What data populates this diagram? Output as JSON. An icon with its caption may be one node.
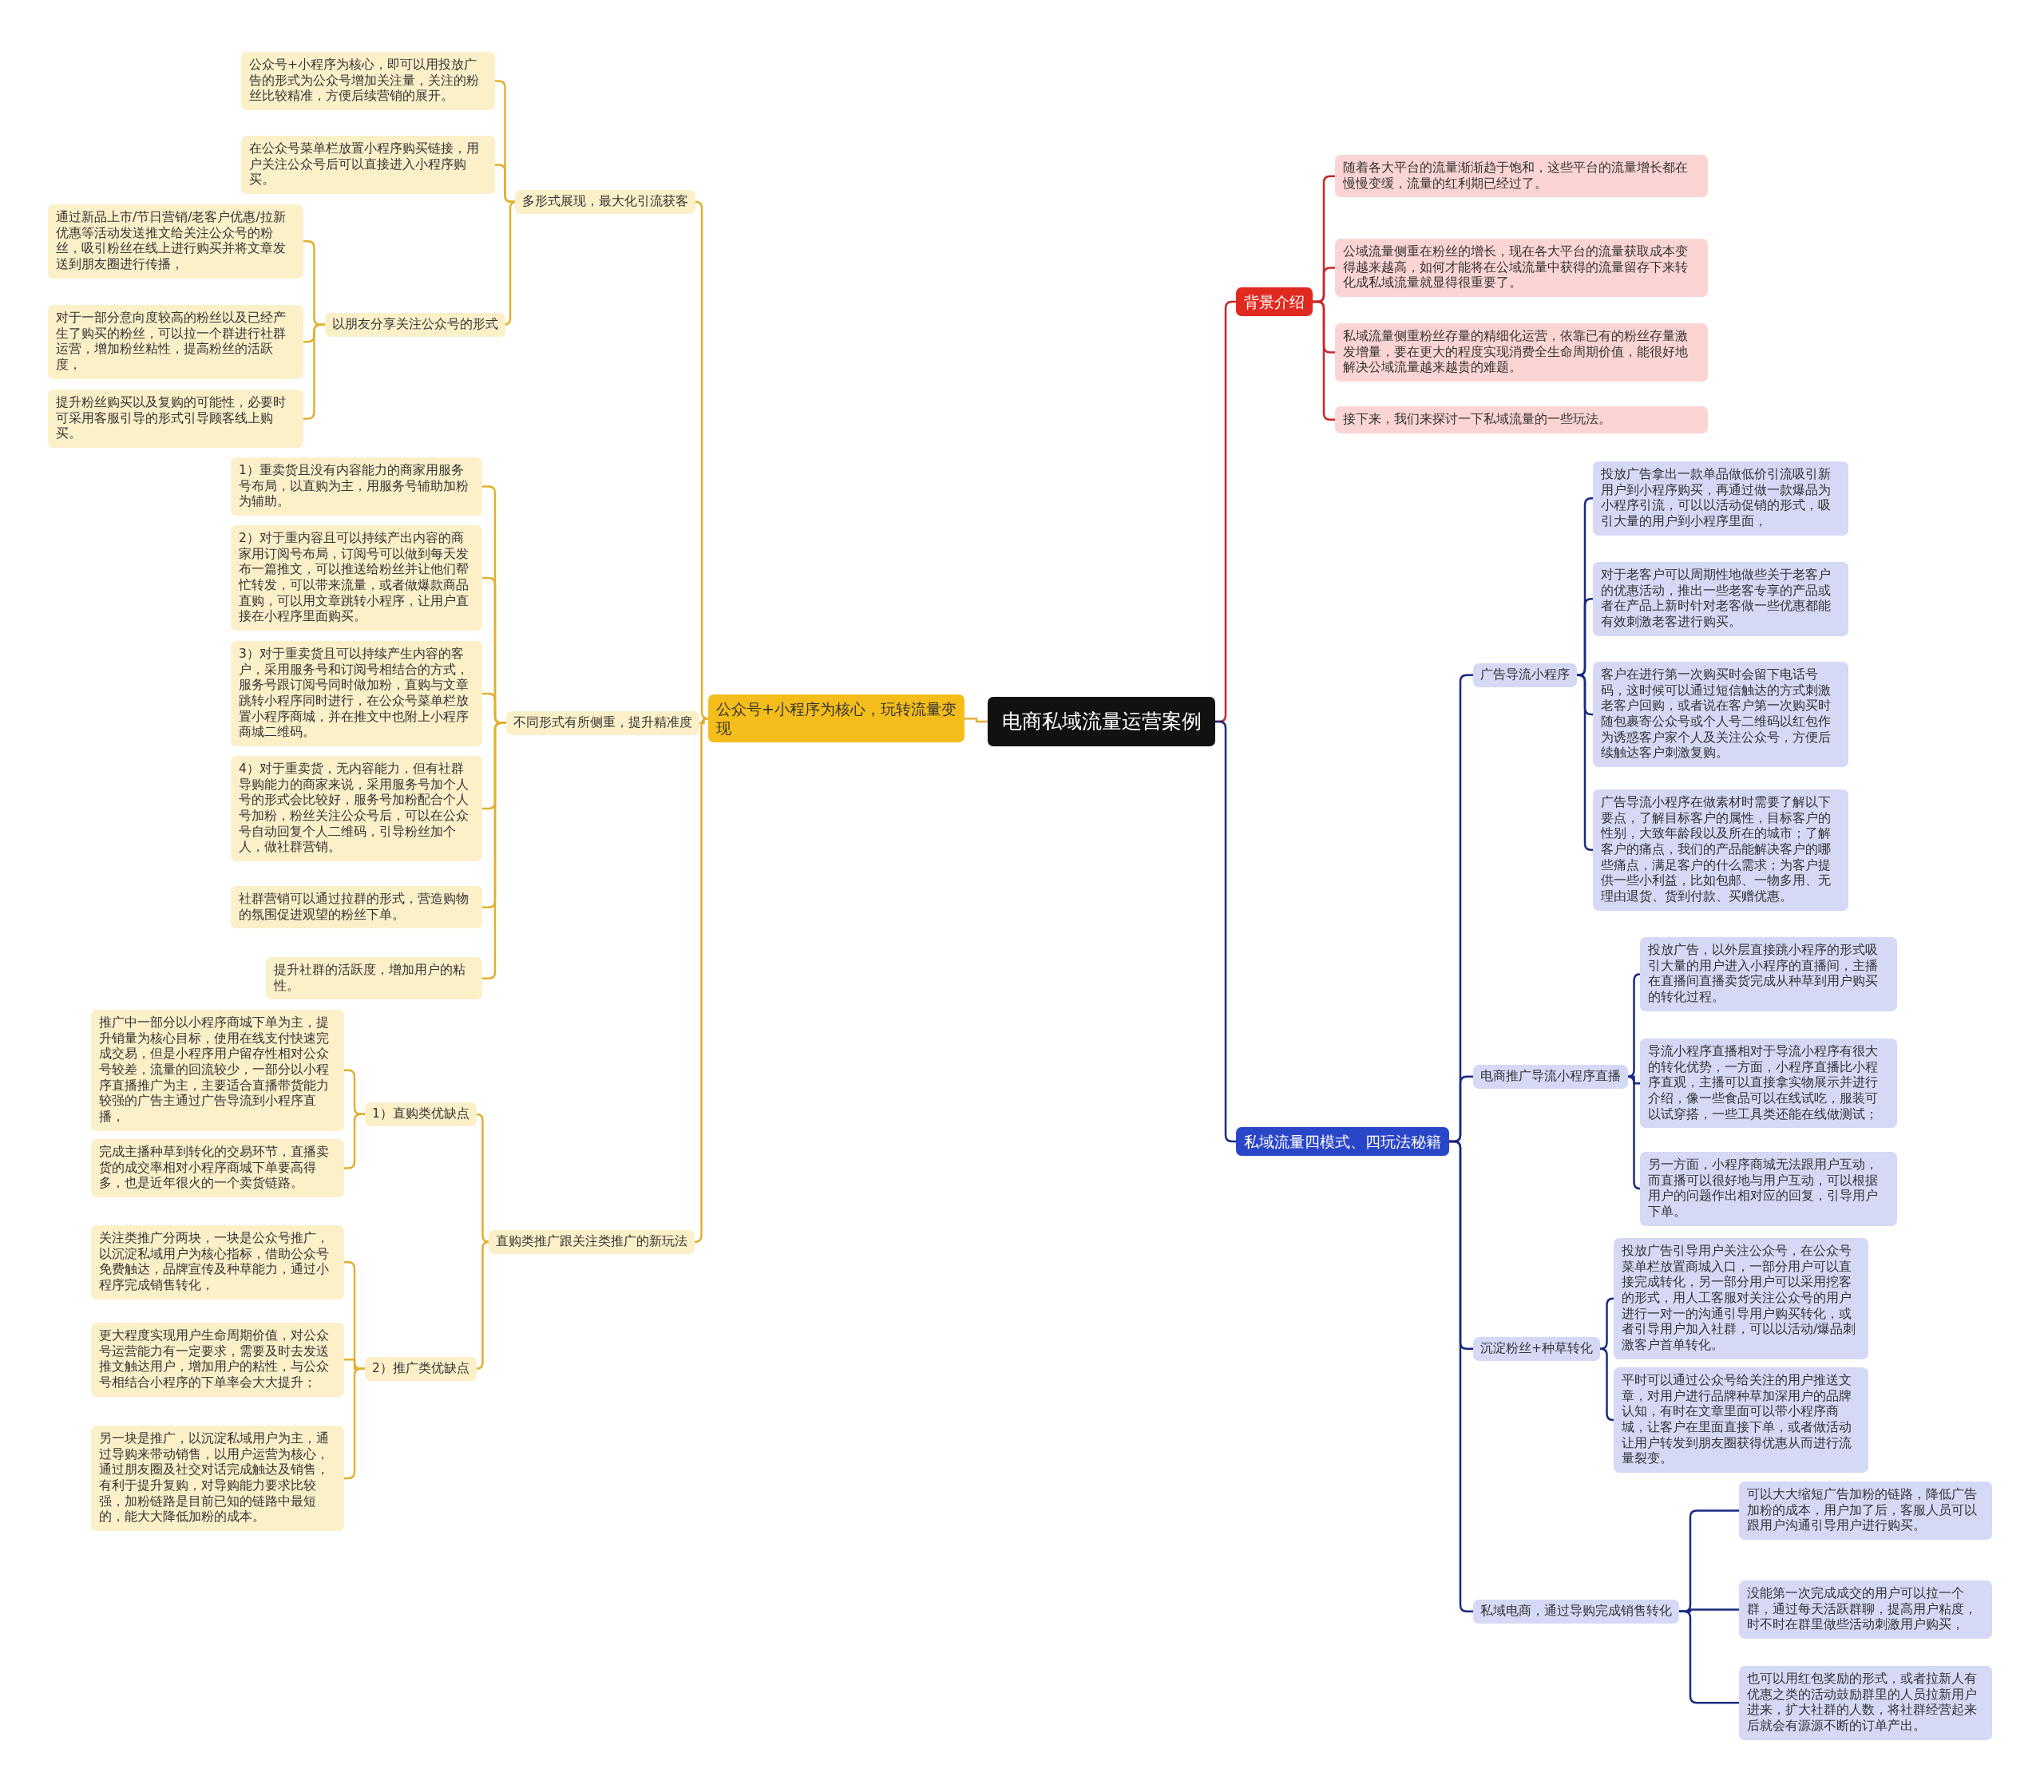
{
  "diagram": {
    "nodes": [
      {
        "text": [
          "电商私域流量运营案例"
        ]
      },
      {
        "text": [
          "公众号+小程序为核心，玩转流量变现"
        ]
      },
      {
        "text": [
          "多形式展现，最大化引流获客"
        ]
      },
      {
        "text": [
          "公众号+小程序为核心，即可以用投放广告的形式为公众号增加关注量，关注的粉丝比较精准，方便后续营销的展开。"
        ]
      },
      {
        "text": [
          "在公众号菜单栏放置小程序购买链接，用户关注公众号后可以直接进入小程序购买。"
        ]
      },
      {
        "text": [
          "以朋友分享关注公众号的形式"
        ]
      },
      {
        "text": [
          "通过新品上市/节日营销/老客户优惠/拉新优惠等活动发送推文给关注公众号的粉丝，吸引粉丝在线上进行购买并将文章发送到朋友圈进行传播，"
        ]
      },
      {
        "text": [
          "对于一部分意向度较高的粉丝以及已经产生了购买的粉丝，可以拉一个群进行社群运营，增加粉丝粘性，提高粉丝的活跃度，"
        ]
      },
      {
        "text": [
          "提升粉丝购买以及复购的可能性，必要时可采用客服引导的形式引导顾客线上购买。"
        ]
      },
      {
        "text": [
          "不同形式有所侧重，提升精准度"
        ]
      },
      {
        "text": [
          "1）重卖货且没有内容能力的商家用服务号布局，以直购为主，用服务号辅助加粉为辅助。"
        ]
      },
      {
        "text": [
          "2）对于重内容且可以持续产出内容的商家用订阅号布局，订阅号可以做到每天发布一篇推文，可以推送给粉丝并让他们帮忙转发，可以带来流量，或者做爆款商品直购，可以用文章跳转小程序，让用户直接在小程序里面购买。"
        ]
      },
      {
        "text": [
          "3）对于重卖货且可以持续产生内容的客户，采用服务号和订阅号相结合的方式，服务号跟订阅号同时做加粉，直购与文章跳转小程序同时进行，在公众号菜单栏放置小程序商城，并在推文中也附上小程序商城二维码。"
        ]
      },
      {
        "text": [
          "4）对于重卖货，无内容能力，但有社群导购能力的商家来说，采用服务号加个人号的形式会比较好，服务号加粉配合个人号加粉，粉丝关注公众号后，可以在公众号自动回复个人二维码，引导粉丝加个人，做社群营销。"
        ]
      },
      {
        "text": [
          "社群营销可以通过拉群的形式，营造购物的氛围促进观望的粉丝下单。"
        ]
      },
      {
        "text": [
          "提升社群的活跃度，增加用户的粘性。"
        ]
      },
      {
        "text": [
          "直购类推广跟关注类推广的新玩法"
        ]
      },
      {
        "text": [
          "1）直购类优缺点"
        ]
      },
      {
        "text": [
          "推广中一部分以小程序商城下单为主，提升销量为核心目标，使用在线支付快速完成交易，但是小程序用户留存性相对公众号较差，流量的回流较少，一部分以小程序直播推广为主，主要适合直播带货能力较强的广告主通过广告导流到小程序直播，"
        ]
      },
      {
        "text": [
          "完成主播种草到转化的交易环节，直播卖货的成交率相对小程序商城下单要高得多，也是近年很火的一个卖货链路。"
        ]
      },
      {
        "text": [
          "2）推广类优缺点"
        ]
      },
      {
        "text": [
          "关注类推广分两块，一块是公众号推广，以沉淀私域用户为核心指标，借助公众号免费触达，品牌宣传及种草能力，通过小程序完成销售转化，"
        ]
      },
      {
        "text": [
          "更大程度实现用户生命周期价值，对公众号运营能力有一定要求，需要及时去发送推文触达用户，增加用户的粘性，与公众号相结合小程序的下单率会大大提升；"
        ]
      },
      {
        "text": [
          "另一块是推广，以沉淀私域用户为主，通过导购来带动销售，以用户运营为核心，通过朋友圈及社交对话完成触达及销售，有利于提升复购，对导购能力要求比较强，加粉链路是目前已知的链路中最短的，能大大降低加粉的成本。"
        ]
      },
      {
        "text": [
          "背景介绍"
        ]
      },
      {
        "text": [
          "随着各大平台的流量渐渐趋于饱和，这些平台的流量增长都在慢慢变缓，流量的红利期已经过了。"
        ]
      },
      {
        "text": [
          "公域流量侧重在粉丝的增长，现在各大平台的流量获取成本变得越来越高，如何才能将在公域流量中获得的流量留存下来转化成私域流量就显得很重要了。"
        ]
      },
      {
        "text": [
          "私域流量侧重粉丝存量的精细化运营，依靠已有的粉丝存量激发增量，要在更大的程度实现消费全生命周期价值，能很好地解决公域流量越来越贵的难题。"
        ]
      },
      {
        "text": [
          "接下来，我们来探讨一下私域流量的一些玩法。"
        ]
      },
      {
        "text": [
          "私域流量四模式、四玩法秘籍"
        ]
      },
      {
        "text": [
          "广告导流小程序"
        ]
      },
      {
        "text": [
          "投放广告拿出一款单品做低价引流吸引新用户到小程序购买，再通过做一款爆品为小程序引流，可以以活动促销的形式，吸引大量的用户到小程序里面，"
        ]
      },
      {
        "text": [
          "对于老客户可以周期性地做些关于老客户的优惠活动，推出一些老客专享的产品或者在产品上新时针对老客做一些优惠都能有效刺激老客进行购买。"
        ]
      },
      {
        "text": [
          "客户在进行第一次购买时会留下电话号码，这时候可以通过短信触达的方式刺激老客户回购，或者说在客户第一次购买时随包裹寄公众号或个人号二维码以红包作为诱惑客户家个人及关注公众号，方便后续触达客户刺激复购。"
        ]
      },
      {
        "text": [
          "广告导流小程序在做素材时需要了解以下要点，了解目标客户的属性，目标客户的性别，大致年龄段以及所在的城市；了解客户的痛点，我们的产品能解决客户的哪些痛点，满足客户的什么需求；为客户提供一些小利益，比如包邮、一物多用、无理由退货、货到付款、买赠优惠。"
        ]
      },
      {
        "text": [
          "电商推广导流小程序直播"
        ]
      },
      {
        "text": [
          "投放广告，以外层直接跳小程序的形式吸引大量的用户进入小程序的直播间，主播在直播间直播卖货完成从种草到用户购买的转化过程。"
        ]
      },
      {
        "text": [
          "导流小程序直播相对于导流小程序有很大的转化优势，一方面，小程序直播比小程序直观，主播可以直接拿实物展示并进行介绍，像一些食品可以在线试吃，服装可以试穿搭，一些工具类还能在线做测试；"
        ]
      },
      {
        "text": [
          "另一方面，小程序商城无法跟用户互动，而直播可以很好地与用户互动，可以根据用户的问题作出相对应的回复，引导用户下单。"
        ]
      },
      {
        "text": [
          "沉淀粉丝+种草转化"
        ]
      },
      {
        "text": [
          "投放广告引导用户关注公众号，在公众号菜单栏放置商城入口，一部分用户可以直接完成转化，另一部分用户可以采用挖客的形式，用人工客服对关注公众号的用户进行一对一的沟通引导用户购买转化，或者引导用户加入社群，可以以活动/爆品刺激客户首单转化。"
        ]
      },
      {
        "text": [
          "平时可以通过公众号给关注的用户推送文章，对用户进行品牌种草加深用户的品牌认知，有时在文章里面可以带小程序商城，让客户在里面直接下单，或者做活动让用户转发到朋友圈获得优惠从而进行流量裂变。"
        ]
      },
      {
        "text": [
          "私域电商，通过导购完成销售转化"
        ]
      },
      {
        "text": [
          "可以大大缩短广告加粉的链路，降低广告加粉的成本，用户加了后，客服人员可以跟用户沟通引导用户进行购买。"
        ]
      },
      {
        "text": [
          "没能第一次完成成交的用户可以拉一个群，通过每天活跃群聊，提高用户粘度，时不时在群里做些活动刺激用户购买，"
        ]
      },
      {
        "text": [
          "也可以用红包奖励的形式，或者拉新人有优惠之类的活动鼓励群里的人员拉新用户进来，扩大社群的人数，将社群经营起来后就会有源源不断的订单产出。"
        ]
      }
    ],
    "edges": [
      {
        "from": 0,
        "to": 1,
        "arrow": "none"
      },
      {
        "from": 1,
        "to": 2,
        "arrow": "none"
      },
      {
        "from": 2,
        "to": 3,
        "arrow": "none"
      },
      {
        "from": 2,
        "to": 4,
        "arrow": "none"
      },
      {
        "from": 2,
        "to": 5,
        "arrow": "none"
      },
      {
        "from": 5,
        "to": 6,
        "arrow": "none"
      },
      {
        "from": 5,
        "to": 7,
        "arrow": "none"
      },
      {
        "from": 5,
        "to": 8,
        "arrow": "none"
      },
      {
        "from": 1,
        "to": 9,
        "arrow": "none"
      },
      {
        "from": 9,
        "to": 10,
        "arrow": "none"
      },
      {
        "from": 9,
        "to": 11,
        "arrow": "none"
      },
      {
        "from": 9,
        "to": 12,
        "arrow": "none"
      },
      {
        "from": 9,
        "to": 13,
        "arrow": "none"
      },
      {
        "from": 9,
        "to": 14,
        "arrow": "none"
      },
      {
        "from": 9,
        "to": 15,
        "arrow": "none"
      },
      {
        "from": 1,
        "to": 16,
        "arrow": "none"
      },
      {
        "from": 16,
        "to": 17,
        "arrow": "none"
      },
      {
        "from": 17,
        "to": 18,
        "arrow": "none"
      },
      {
        "from": 17,
        "to": 19,
        "arrow": "none"
      },
      {
        "from": 16,
        "to": 20,
        "arrow": "none"
      },
      {
        "from": 20,
        "to": 21,
        "arrow": "none"
      },
      {
        "from": 20,
        "to": 22,
        "arrow": "none"
      },
      {
        "from": 20,
        "to": 23,
        "arrow": "none"
      },
      {
        "from": 0,
        "to": 24,
        "arrow": "none",
        "color": "#c62828"
      },
      {
        "from": 24,
        "to": 25,
        "arrow": "none",
        "color": "#c62828"
      },
      {
        "from": 24,
        "to": 26,
        "arrow": "none",
        "color": "#c62828"
      },
      {
        "from": 24,
        "to": 27,
        "arrow": "none",
        "color": "#c62828"
      },
      {
        "from": 24,
        "to": 28,
        "arrow": "none",
        "color": "#c62828"
      },
      {
        "from": 0,
        "to": 29,
        "arrow": "none",
        "color": "#1a2a80"
      },
      {
        "from": 29,
        "to": 30,
        "arrow": "none",
        "color": "#1a2a80"
      },
      {
        "from": 30,
        "to": 31,
        "arrow": "none",
        "color": "#1a2a80"
      },
      {
        "from": 30,
        "to": 32,
        "arrow": "none",
        "color": "#1a2a80"
      },
      {
        "from": 30,
        "to": 33,
        "arrow": "none",
        "color": "#1a2a80"
      },
      {
        "from": 30,
        "to": 34,
        "arrow": "none",
        "color": "#1a2a80"
      },
      {
        "from": 29,
        "to": 35,
        "arrow": "none",
        "color": "#1a2a80"
      },
      {
        "from": 35,
        "to": 36,
        "arrow": "none",
        "color": "#1a2a80"
      },
      {
        "from": 35,
        "to": 37,
        "arrow": "none",
        "color": "#1a2a80"
      },
      {
        "from": 35,
        "to": 38,
        "arrow": "none",
        "color": "#1a2a80"
      },
      {
        "from": 29,
        "to": 39,
        "arrow": "none",
        "color": "#1a2a80"
      },
      {
        "from": 39,
        "to": 40,
        "arrow": "none",
        "color": "#1a2a80"
      },
      {
        "from": 39,
        "to": 41,
        "arrow": "none",
        "color": "#1a2a80"
      },
      {
        "from": 29,
        "to": 42,
        "arrow": "none",
        "color": "#1a2a80"
      },
      {
        "from": 42,
        "to": 43,
        "arrow": "none",
        "color": "#1a2a80"
      },
      {
        "from": 42,
        "to": 44,
        "arrow": "none",
        "color": "#1a2a80"
      },
      {
        "from": 42,
        "to": 45,
        "arrow": "none",
        "color": "#1a2a80"
      }
    ]
  }
}
